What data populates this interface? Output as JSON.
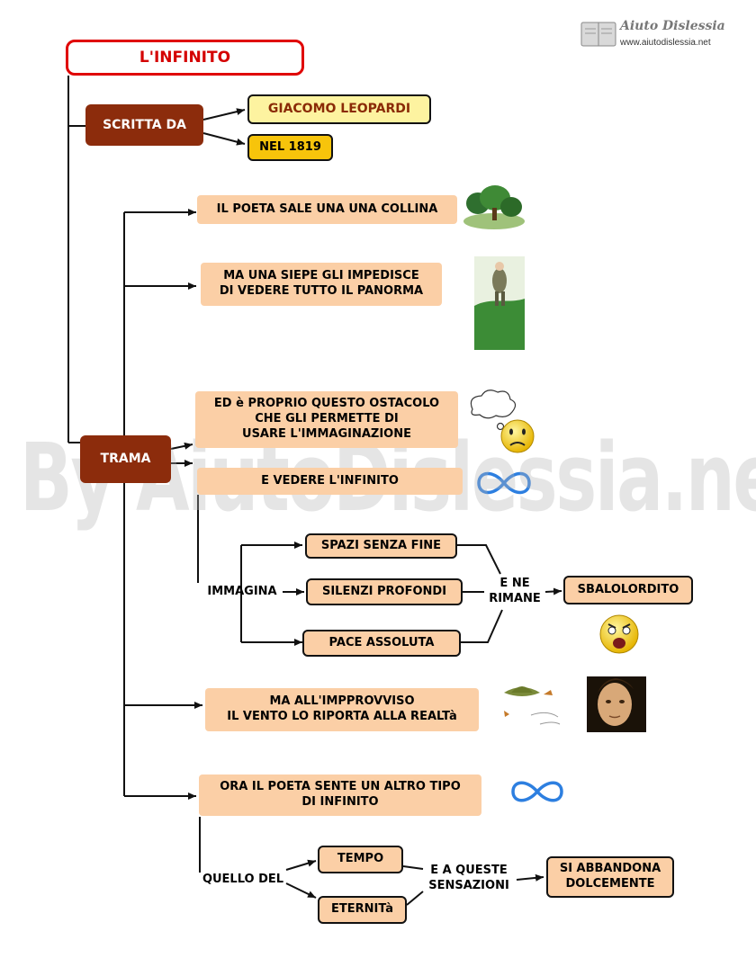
{
  "brand": {
    "name": "Aiuto Dislessia",
    "url": "www.aiutodislessia.net"
  },
  "watermark": "By AiutoDislessia.net",
  "title": "L'INFINITO",
  "author_section": {
    "label": "SCRITTA DA",
    "author": "GIACOMO LEOPARDI",
    "year": "NEL 1819"
  },
  "plot": {
    "label": "TRAMA",
    "steps": [
      "IL POETA SALE UNA UNA COLLINA",
      "MA UNA SIEPE GLI IMPEDISCE\nDI VEDERE TUTTO IL PANORMA",
      "ED è PROPRIO QUESTO OSTACOLO\nCHE GLI PERMETTE DI\nUSARE L'IMMAGINAZIONE",
      "E VEDERE L'INFINITO",
      "MA ALL'IMPPROVVISO\nIL VENTO LO RIPORTA ALLA REALTà",
      "ORA IL POETA SENTE UN ALTRO TIPO\nDI INFINITO"
    ],
    "imagines": {
      "label": "IMMAGINA",
      "items": [
        "SPAZI SENZA FINE",
        "SILENZI PROFONDI",
        "PACE ASSOLUTA"
      ],
      "connector": "E NE\nRIMANE",
      "result": "SBALOLORDITO"
    },
    "that_of": {
      "label": "QUELLO DEL",
      "items": [
        "TEMPO",
        "ETERNITà"
      ],
      "connector": "E A QUESTE\nSENSAZIONI",
      "result": "SI ABBANDONA\nDOLCEMENTE"
    }
  },
  "illustrations": [
    "hill-trees",
    "man-hedge",
    "thought-cloud",
    "confused-face",
    "infinity-symbol",
    "astonished-face",
    "windblown-hat",
    "leopardi-portrait",
    "infinity-symbol"
  ],
  "colors": {
    "title_border": "#e00000",
    "brown": "#8c2c0c",
    "peach": "#fbcfa6",
    "yellow_light": "#fdf3a0",
    "yellow_dark": "#f7c40b",
    "infinity": "#2d7fe0"
  }
}
